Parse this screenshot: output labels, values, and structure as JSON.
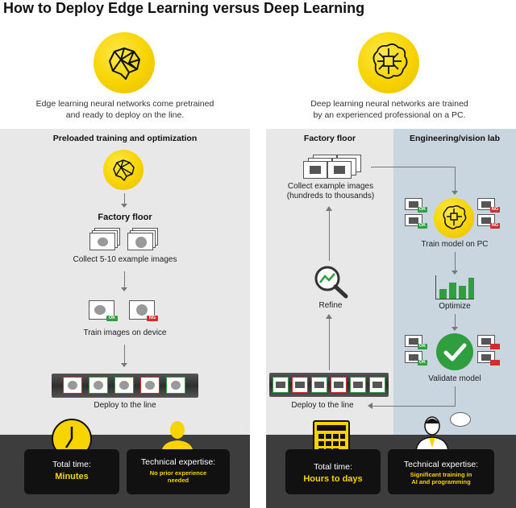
{
  "title": "How to Deploy Edge Learning versus Deep Learning",
  "edge": {
    "icon": "brain-icon",
    "description_line1": "Edge learning neural networks come pretrained",
    "description_line2": "and ready to deploy on the line.",
    "panel_title": "Preloaded training and optimization",
    "factory_floor": "Factory floor",
    "collect": "Collect 5-10 example images",
    "train": "Train images on device",
    "deploy": "Deploy to the line",
    "ok": "OK",
    "ng": "NG",
    "total_time_label": "Total time:",
    "total_time_value": "Minutes",
    "expertise_label": "Technical expertise:",
    "expertise_value_line1": "No prior experience",
    "expertise_value_line2": "needed"
  },
  "deep": {
    "icon": "circuit-brain-icon",
    "description_line1": "Deep learning neural networks are trained",
    "description_line2": "by an experienced professional on a PC.",
    "factory_title": "Factory floor",
    "lab_title": "Engineering/vision lab",
    "collect_line1": "Collect example images",
    "collect_line2": "(hundreds to thousands)",
    "train": "Train model on PC",
    "optimize": "Optimize",
    "validate": "Validate model",
    "refine": "Refine",
    "deploy": "Deploy to the line",
    "ok": "OK",
    "ng": "NG",
    "total_time_label": "Total time:",
    "total_time_value": "Hours to days",
    "expertise_label": "Technical expertise:",
    "expertise_value_line1": "Significant training in",
    "expertise_value_line2": "AI and programming"
  },
  "colors": {
    "accent_yellow": "#f7d300",
    "panel_gray": "#e8e8e8",
    "lab_blue": "#c9d6e0",
    "dark": "#3d3d3d",
    "ok_green": "#2e9e3e",
    "ng_red": "#d62b2b"
  }
}
